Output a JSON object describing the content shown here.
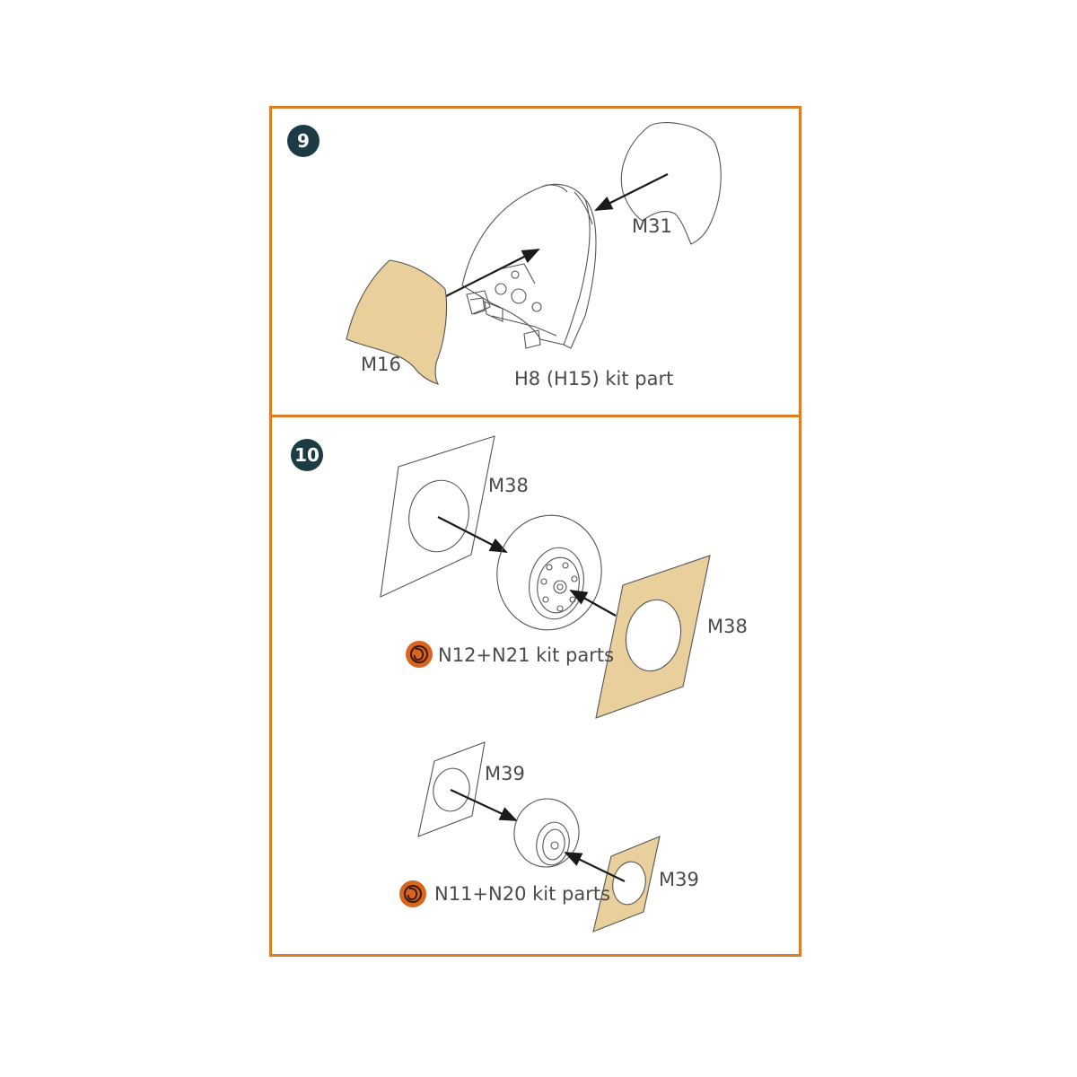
{
  "colors": {
    "panel_border": "#e07c24",
    "badge_fill": "#1d3b44",
    "mask_tan": "#e8cf9c",
    "glue_icon": "#d8661e"
  },
  "step9": {
    "number": "9",
    "labels": {
      "m31": "M31",
      "m16": "M16",
      "kit_part": "H8 (H15) kit part"
    }
  },
  "step10": {
    "number": "10",
    "labels": {
      "m38_left": "M38",
      "m38_right": "M38",
      "kit_parts_main": "N12+N21 kit parts",
      "m39_left": "M39",
      "m39_right": "M39",
      "kit_parts_tail": "N11+N20 kit parts"
    },
    "icons": [
      "glue-icon",
      "glue-icon"
    ]
  }
}
